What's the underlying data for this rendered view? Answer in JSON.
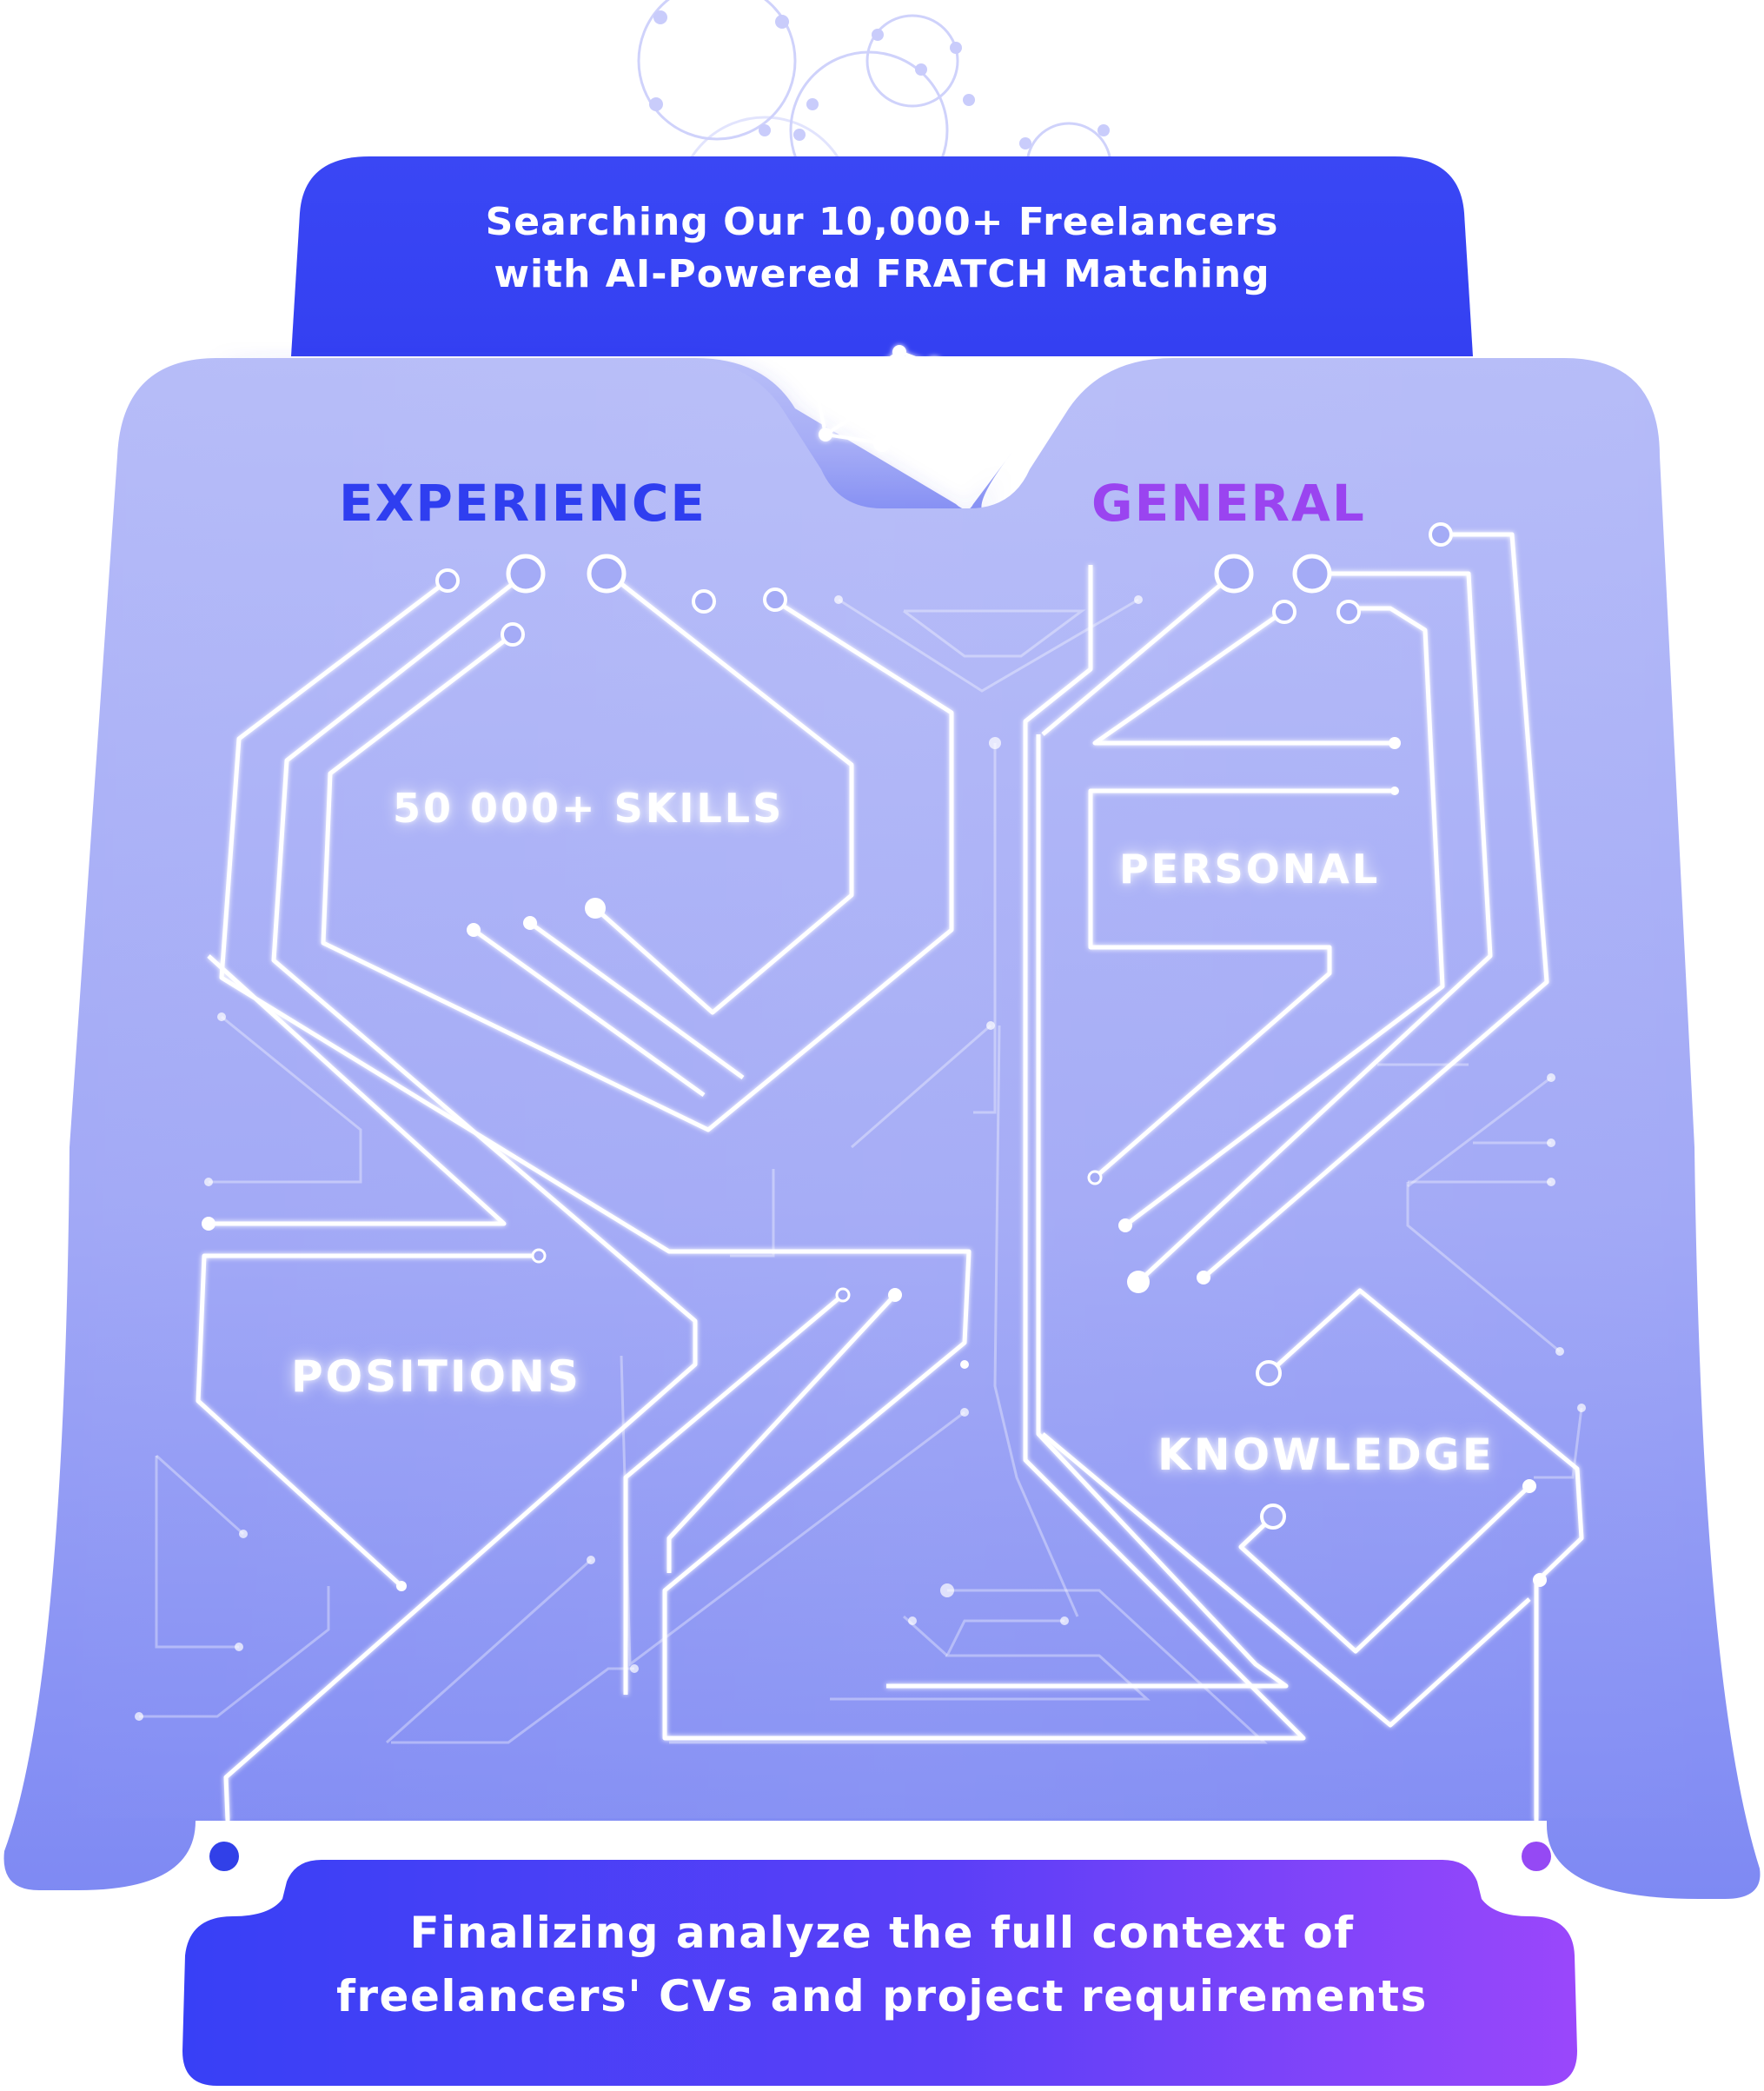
{
  "header": {
    "line1": "Searching Our 10,000+ Freelancers",
    "line2": "with AI-Powered FRATCH Matching",
    "icon": "ai-brain-network-icon"
  },
  "categories": {
    "experience": "EXPERIENCE",
    "general": "GENERAL"
  },
  "nodes": {
    "skills": "50 000+ SKILLS",
    "personal": "PERSONAL",
    "positions": "POSITIONS",
    "knowledge": "KNOWLEDGE"
  },
  "footer": {
    "line1": "Finalizing analyze the full context of",
    "line2": "freelancers' CVs and project requirements"
  },
  "colors": {
    "header_bg": "#3846f4",
    "board_top": "#b4baf8",
    "board_bottom": "#7d88f3",
    "experience": "#2f3ef0",
    "general": "#9a44f0",
    "footer_start": "#3a3ff6",
    "footer_end": "#9a47fb",
    "circuit": "#ffffff"
  }
}
